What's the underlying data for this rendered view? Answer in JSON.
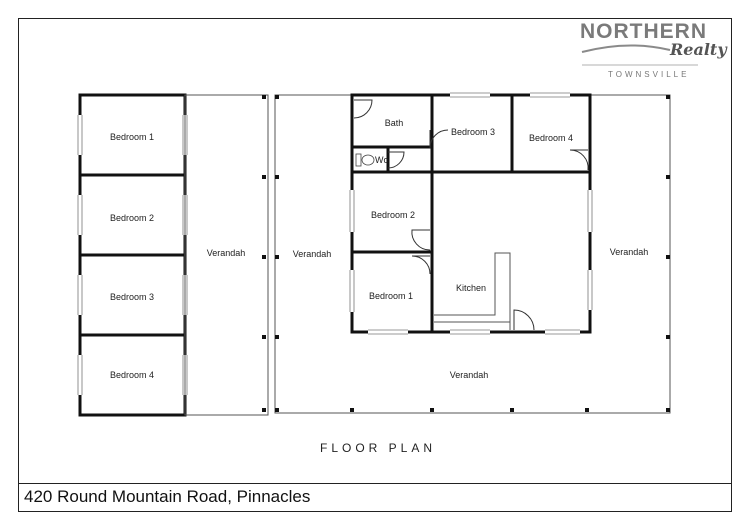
{
  "logo": {
    "main": "NORTHERN",
    "script": "Realty",
    "sub": "TOWNSVILLE"
  },
  "plan_title": "FLOOR PLAN",
  "address": "420 Round Mountain Road, Pinnacles",
  "rooms": {
    "left_bedroom_1": "Bedroom 1",
    "left_bedroom_2": "Bedroom 2",
    "left_bedroom_3": "Bedroom 3",
    "left_bedroom_4": "Bedroom 4",
    "left_verandah": "Verandah",
    "mid_verandah": "Verandah",
    "bath": "Bath",
    "wc": "Wc",
    "bedroom_3": "Bedroom 3",
    "bedroom_4": "Bedroom 4",
    "bedroom_2": "Bedroom 2",
    "bedroom_1": "Bedroom 1",
    "kitchen": "Kitchen",
    "right_verandah": "Verandah",
    "bottom_verandah": "Verandah"
  },
  "colors": {
    "wall": "#111111",
    "thin_line": "#555555",
    "logo_gray": "#7a7a7a"
  }
}
